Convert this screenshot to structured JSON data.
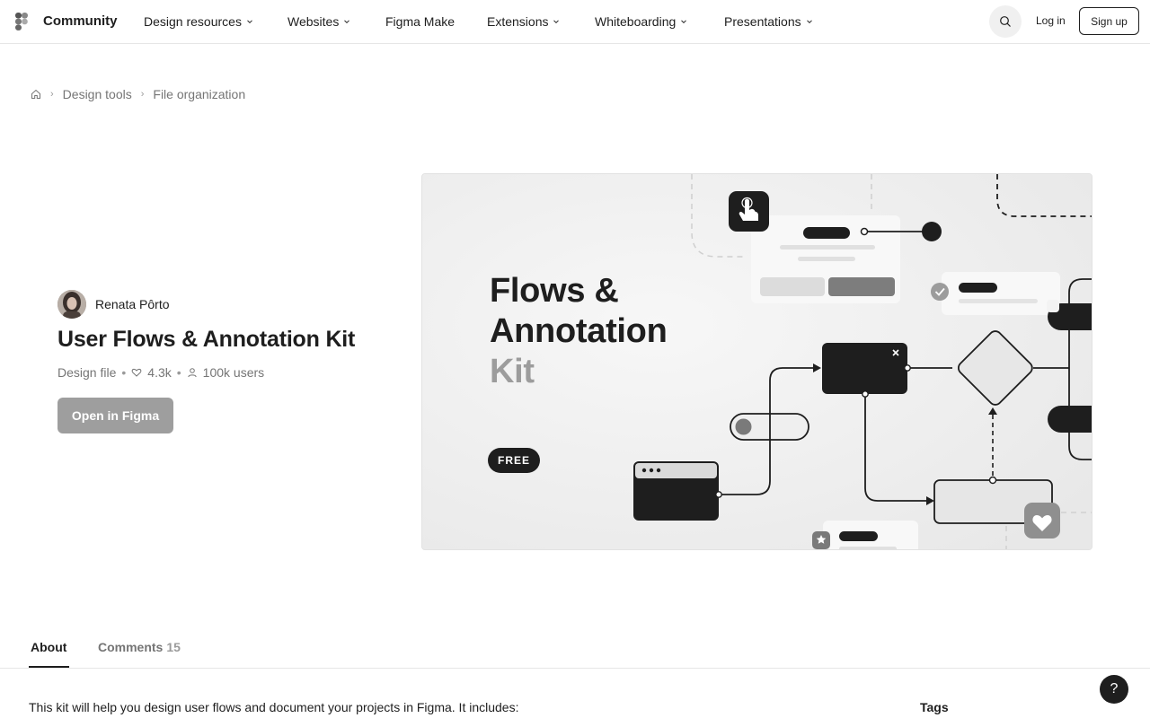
{
  "nav": {
    "brand": "Community",
    "items": [
      {
        "label": "Design resources",
        "has_dropdown": true
      },
      {
        "label": "Websites",
        "has_dropdown": true
      },
      {
        "label": "Figma Make",
        "has_dropdown": false
      },
      {
        "label": "Extensions",
        "has_dropdown": true
      },
      {
        "label": "Whiteboarding",
        "has_dropdown": true
      },
      {
        "label": "Presentations",
        "has_dropdown": true
      }
    ],
    "login_label": "Log in",
    "signup_label": "Sign up"
  },
  "breadcrumb": {
    "items": [
      "Design tools",
      "File organization"
    ]
  },
  "resource": {
    "author": "Renata Pôrto",
    "title": "User Flows & Annotation Kit",
    "type": "Design file",
    "likes": "4.3k",
    "users": "100k users",
    "open_label": "Open in Figma"
  },
  "hero": {
    "title_line1": "Flows &",
    "title_line2": "Annotation",
    "title_line3": "Kit",
    "badge": "FREE"
  },
  "tabs": {
    "about_label": "About",
    "comments_label": "Comments",
    "comments_count": "15"
  },
  "about": {
    "description": "This kit will help you design user flows and document your projects in Figma. It includes:",
    "tags_heading": "Tags"
  },
  "help_label": "?",
  "colors": {
    "text": "#1e1e1e",
    "muted": "#757575",
    "button_disabled": "#9e9e9e",
    "hero_bg": "#efefef"
  }
}
